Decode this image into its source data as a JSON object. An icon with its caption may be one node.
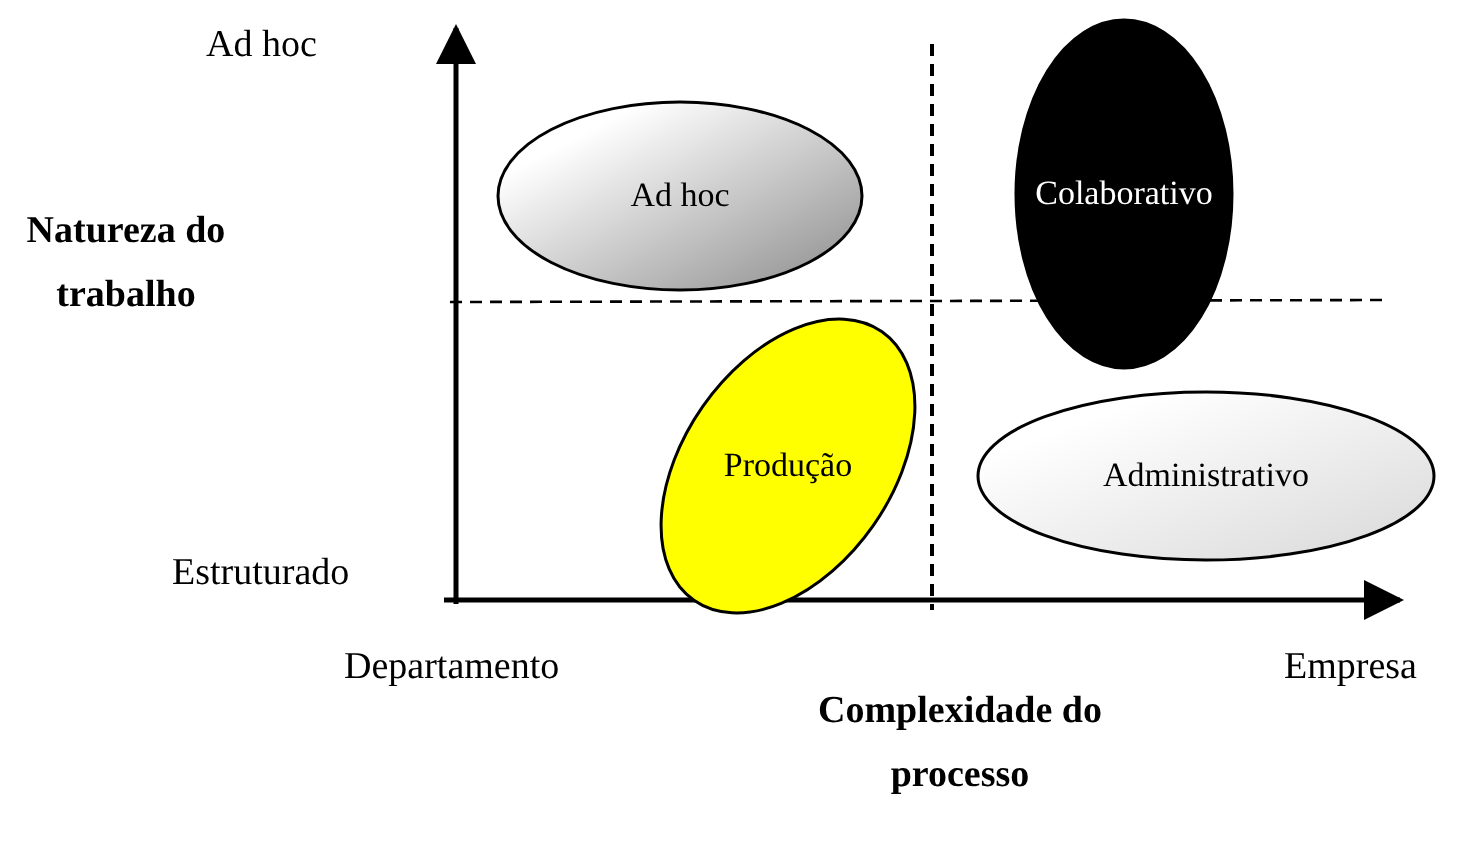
{
  "diagram": {
    "nodes": [
      {
        "text": [
          "Ad hoc"
        ]
      },
      {
        "text": [
          "Colaborativo"
        ]
      },
      {
        "text": [
          "Produção"
        ]
      },
      {
        "text": [
          "Administrativo"
        ]
      }
    ],
    "labels": [
      "Ad hoc",
      "Natureza do trabalho",
      "Estruturado",
      "Departamento",
      "Complexidade do processo",
      "Empresa"
    ]
  }
}
